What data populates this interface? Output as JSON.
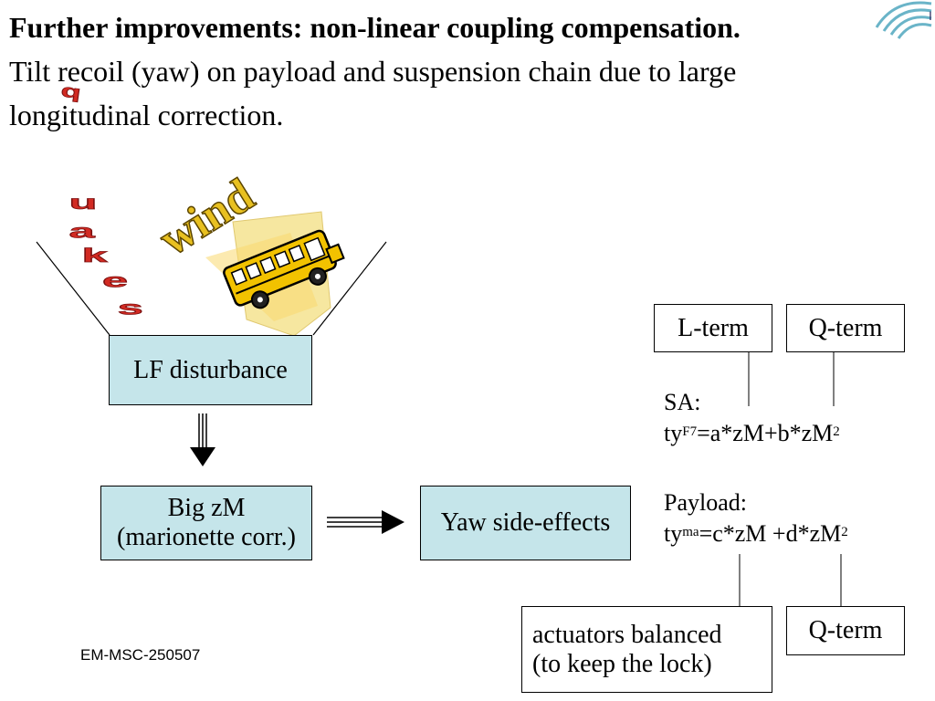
{
  "title": {
    "bold": "Further improvements: non-linear coupling compensation.",
    "line2": "Tilt recoil (yaw) on payload and suspension chain due to large",
    "line3": "longitudinal correction."
  },
  "clipart": {
    "quakes_letters": [
      "q",
      "u",
      "a",
      "k",
      "e",
      "s"
    ],
    "wind": "wind"
  },
  "boxes": {
    "lf_disturbance": "LF disturbance",
    "big_zm_line1": "Big zM",
    "big_zm_line2": "(marionette corr.)",
    "yaw_side_effects": "Yaw side-effects",
    "l_term": "L-term",
    "q_term_top": "Q-term",
    "actuators_line1": "actuators balanced",
    "actuators_line2": "(to keep the lock)",
    "q_term_bottom": "Q-term"
  },
  "formulas": {
    "sa_label": "SA:",
    "sa_prefix": "ty",
    "sa_sup": "F7",
    "sa_eq_a": "=a*zM+b*zM",
    "sa_exp": "2",
    "payload_label": "Payload:",
    "payload_prefix": "ty",
    "payload_sup": "ma",
    "payload_eq_a": "=c*zM +d*zM",
    "payload_exp": "2"
  },
  "footer": {
    "code": "EM-MSC-250507"
  },
  "colors": {
    "box_fill": "#c5e5ea",
    "quakes_red": "#d22a22",
    "wind_yellow": "#e8c020",
    "bus_yellow": "#f2c200",
    "note_yellow": "#f6e7a0",
    "logo_teal": "#6ab4c8"
  }
}
